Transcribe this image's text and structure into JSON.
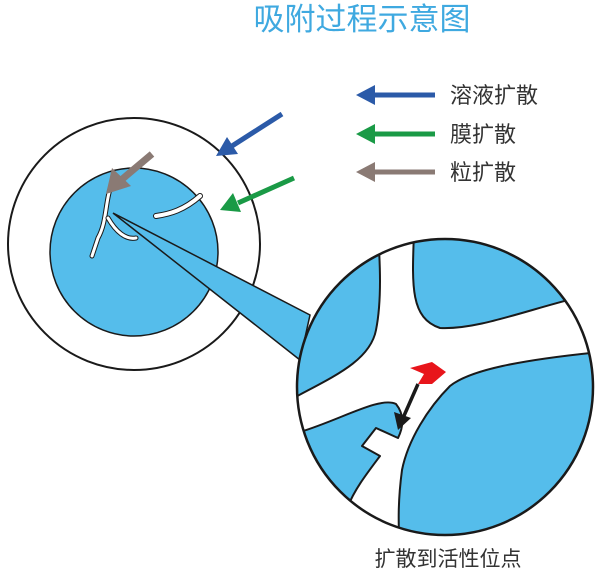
{
  "title": "吸附过程示意图",
  "legend": [
    {
      "label": "溶液扩散",
      "color": "#2b5aa8",
      "icon": "left-arrow-icon"
    },
    {
      "label": "膜扩散",
      "color": "#1a9a46",
      "icon": "left-arrow-icon"
    },
    {
      "label": "粒扩散",
      "color": "#8a7a74",
      "icon": "left-arrow-icon"
    }
  ],
  "caption": "扩散到活性位点",
  "colors": {
    "particle_fill": "#55bdeb",
    "outline": "#1a1a1a",
    "active_site": "#e8151b",
    "inner_arrow": "#1a1a1a"
  }
}
